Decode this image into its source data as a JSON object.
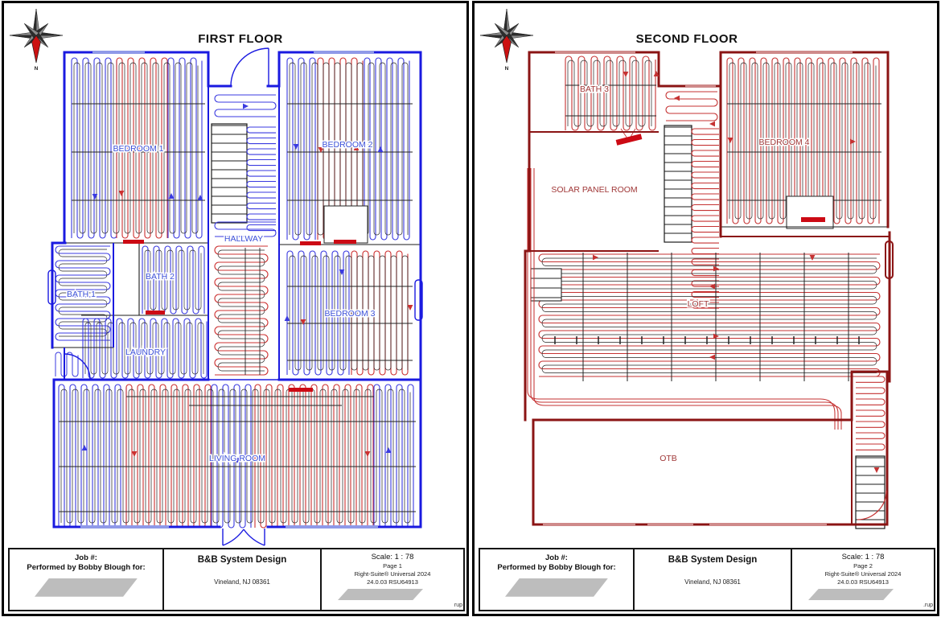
{
  "pages": [
    {
      "floor_title": "FIRST FLOOR",
      "compass_label": "N",
      "rooms": {
        "bedroom1": "BEDROOM 1",
        "bedroom2": "BEDROOM 2",
        "hallway": "HALLWAY",
        "bath1": "BATH 1",
        "bath2": "BATH 2",
        "bedroom3": "BEDROOM 3",
        "laundry": "LAUNDRY",
        "living_room": "LIVING ROOM"
      },
      "title_block": {
        "job_label": "Job #:",
        "performed_for": "Performed by Bobby Blough for:",
        "company": "B&B System Design",
        "address": "Vineland, NJ 08361",
        "scale": "Scale: 1 : 78",
        "page": "Page 1",
        "software": "Right-Suite® Universal 2024",
        "version": "24.0.03 RSU64913",
        "file_fragment": "rup"
      }
    },
    {
      "floor_title": "SECOND FLOOR",
      "compass_label": "N",
      "rooms": {
        "bath3": "BATH 3",
        "solar": "SOLAR PANEL ROOM",
        "bedroom4": "BEDROOM 4",
        "loft": "LOFT",
        "otb": "OTB"
      },
      "title_block": {
        "job_label": "Job #:",
        "performed_for": "Performed by Bobby Blough for:",
        "company": "B&B System Design",
        "address": "Vineland, NJ 08361",
        "scale": "Scale: 1 : 78",
        "page": "Page 2",
        "software": "Right-Suite® Universal 2024",
        "version": "24.0.03 RSU64913",
        "file_fragment": ".rup"
      }
    }
  ],
  "colors": {
    "wall_blue": "#1a1ae0",
    "pipe_blue": "#3a3ae0",
    "pipe_red": "#cc3030",
    "wall_maroon": "#8b1414",
    "pipe_red2": "#c53232",
    "label_blue": "#3c50d8",
    "label_maroon": "#a03838",
    "manifold": "#cc0a14",
    "joist": "#222222",
    "redaction": "#bdbdbd",
    "compass_gray": "#8a8a8a",
    "compass_dark": "#2d2d2d",
    "compass_red": "#cc1111"
  }
}
